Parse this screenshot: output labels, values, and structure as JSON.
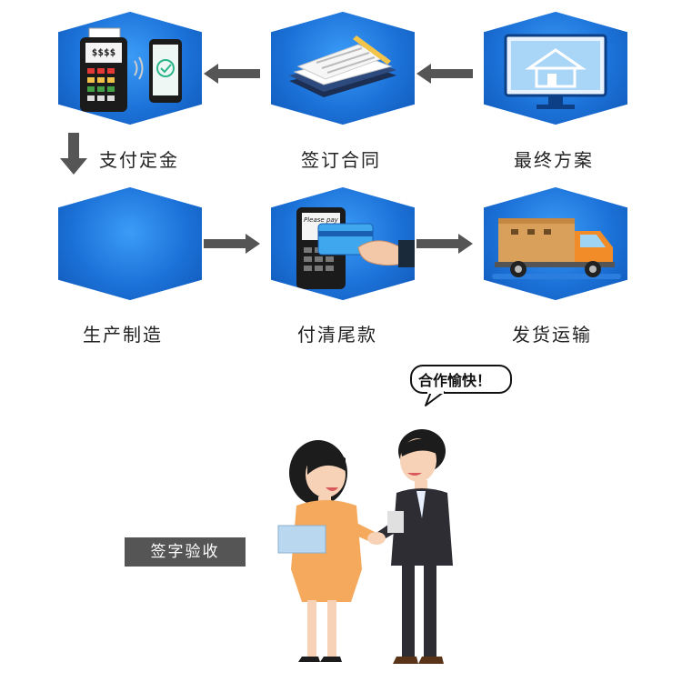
{
  "steps": [
    {
      "label": "最终方案",
      "icon": "monitor-house-icon"
    },
    {
      "label": "签订合同",
      "icon": "contract-book-icon"
    },
    {
      "label": "支付定金",
      "icon": "pos-terminal-phone-icon"
    },
    {
      "label": "生产制造",
      "icon": "production-icon"
    },
    {
      "label": "付清尾款",
      "icon": "card-payment-icon"
    },
    {
      "label": "发货运输",
      "icon": "delivery-truck-icon"
    }
  ],
  "pos_screen_text": "$$$$",
  "card_header_text": "Please pay",
  "speech_bubble": "合作愉快！",
  "sign_badge": "签字验收",
  "colors": {
    "hex": "#1a73e0",
    "arrow": "#555555",
    "badge": "#555555"
  }
}
